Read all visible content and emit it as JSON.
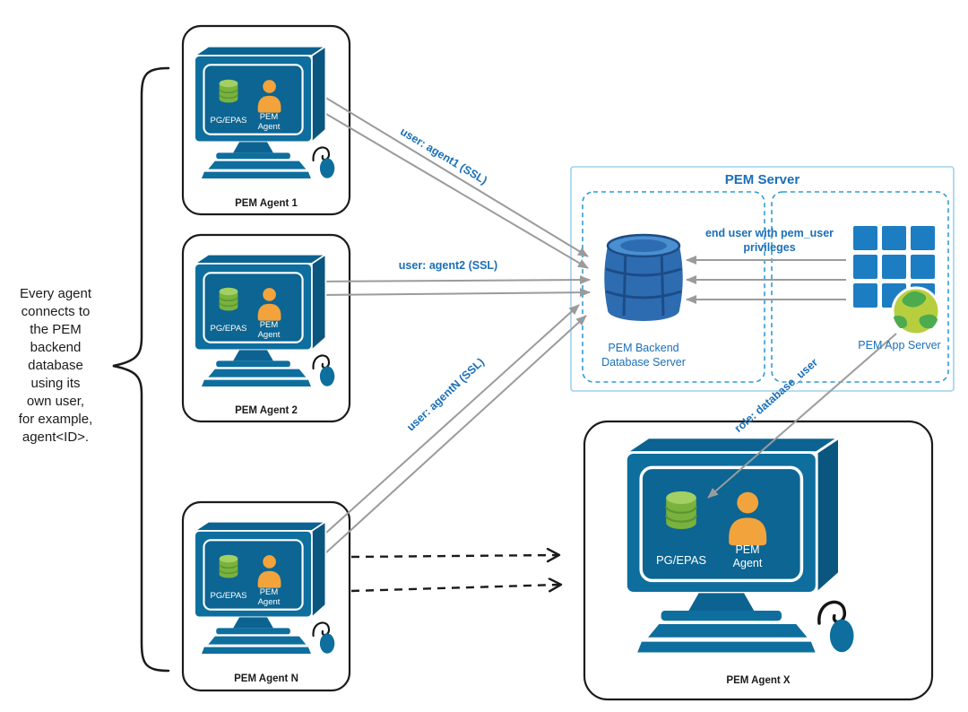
{
  "side_note": {
    "text": "Every agent\nconnects to\nthe PEM\nbackend\ndatabase\nusing its\nown user,\nfor example,\nagent<ID>."
  },
  "agents": [
    {
      "title": "PEM Agent 1",
      "db_label": "PG/EPAS",
      "agent_label": "PEM\nAgent"
    },
    {
      "title": "PEM Agent 2",
      "db_label": "PG/EPAS",
      "agent_label": "PEM\nAgent"
    },
    {
      "title": "PEM Agent N",
      "db_label": "PG/EPAS",
      "agent_label": "PEM\nAgent"
    },
    {
      "title": "PEM Agent X",
      "db_label": "PG/EPAS",
      "agent_label": "PEM\nAgent"
    }
  ],
  "server": {
    "title": "PEM Server",
    "backend_label": "PEM Backend\nDatabase Server",
    "app_label": "PEM App Server",
    "end_user_note": "end user with pem_user\nprivileges"
  },
  "connections": {
    "agent1_label": "user: agent1 (SSL)",
    "agent2_label": "user: agent2 (SSL)",
    "agentN_label": "user: agentN (SSL)",
    "role_label": "role: database_user"
  },
  "colors": {
    "computer_blue": "#0e6e9e",
    "accent_blue": "#1a6fb8",
    "arrow_gray": "#9b9b9b",
    "database_blue": "#2e6cb2",
    "grid_blue": "#1d7dc2",
    "globe_green": "#b7cf3f",
    "postgres_green": "#79b33e",
    "agent_orange": "#f2a33c"
  }
}
